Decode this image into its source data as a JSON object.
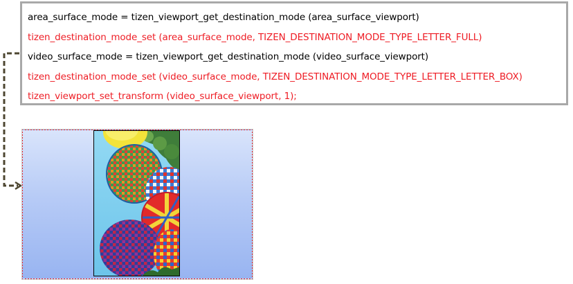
{
  "code": {
    "lines": [
      {
        "text": "area_surface_mode = tizen_viewport_get_destination_mode (area_surface_viewport)",
        "color": "#000000"
      },
      {
        "text": "tizen_destination_mode_set (area_surface_mode, TIZEN_DESTINATION_MODE_TYPE_LETTER_FULL)",
        "color": "#ee1c24"
      },
      {
        "text": "video_surface_mode = tizen_viewport_get_destination_mode (video_surface_viewport)",
        "color": "#000000"
      },
      {
        "text": "tizen_destination_mode_set (video_surface_mode, TIZEN_DESTINATION_MODE_TYPE_LETTER_LETTER_BOX)",
        "color": "#ee1c24"
      },
      {
        "text": "tizen_viewport_set_transform (video_surface_viewport, 1);",
        "color": "#ee1c24"
      }
    ]
  },
  "colors": {
    "code_border": "#a8a8a8",
    "highlight_red": "#ee1c24",
    "connector": "#4d4630",
    "area_gradient_top": "#d9e4fb",
    "area_gradient_bottom": "#98b4f1"
  },
  "icons": {
    "video_content": "hot-air-balloons-image"
  }
}
